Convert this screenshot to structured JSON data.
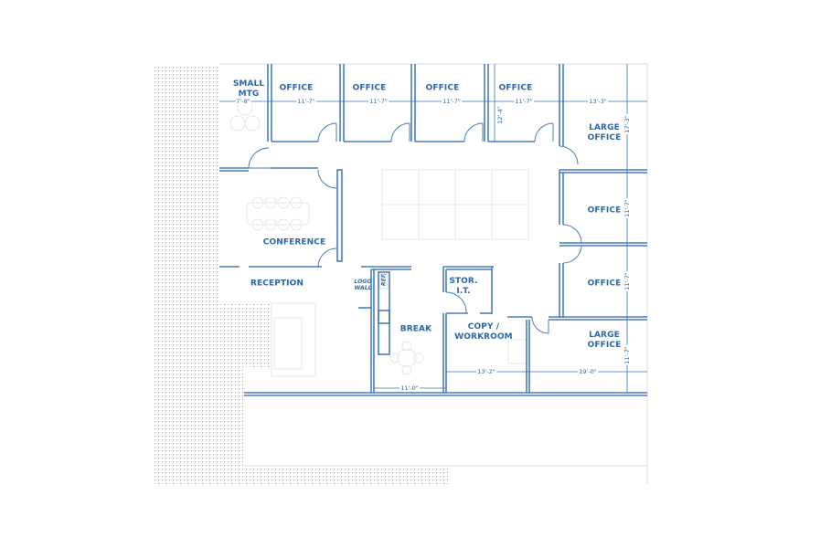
{
  "floorplan": {
    "colors": {
      "wall": "#4a7cb8",
      "wall_fill": "#ffffff",
      "dimension": "#2a67a8",
      "label": "#2a67a8",
      "furniture": "#e3e6ea",
      "hatch": "#9aa0a8"
    },
    "rooms": [
      {
        "id": "small-mtg",
        "label": "SMALL\nMTG"
      },
      {
        "id": "office-1",
        "label": "OFFICE"
      },
      {
        "id": "office-2",
        "label": "OFFICE"
      },
      {
        "id": "office-3",
        "label": "OFFICE"
      },
      {
        "id": "office-4",
        "label": "OFFICE"
      },
      {
        "id": "large-office-1",
        "label": "LARGE\nOFFICE"
      },
      {
        "id": "office-5",
        "label": "OFFICE"
      },
      {
        "id": "office-6",
        "label": "OFFICE"
      },
      {
        "id": "large-office-2",
        "label": "LARGE\nOFFICE"
      },
      {
        "id": "conference",
        "label": "CONFERENCE"
      },
      {
        "id": "reception",
        "label": "RECEPTION"
      },
      {
        "id": "break",
        "label": "BREAK"
      },
      {
        "id": "stor-it",
        "label": "STOR.\nI.T."
      },
      {
        "id": "copy-workroom",
        "label": "COPY /\nWORKROOM"
      }
    ],
    "annotations": {
      "logo_wall": "LOGO\nWALL",
      "ref": "REF."
    },
    "dimensions": {
      "small_mtg_width": "7'-8\"",
      "office_1_width": "11'-7\"",
      "office_2_width": "11'-7\"",
      "office_3_width": "11'-7\"",
      "office_4_width": "11'-7\"",
      "office_4_depth": "12'-4\"",
      "large_office_1_width": "13'-3\"",
      "large_office_1_depth": "17'-3\"",
      "office_5_depth": "11'-7\"",
      "office_6_depth": "11'-7\"",
      "large_office_2_depth": "11'-7\"",
      "large_office_2_width": "19'-0\"",
      "copy_workroom_width": "13'-2\"",
      "break_width": "11'-0\""
    }
  }
}
